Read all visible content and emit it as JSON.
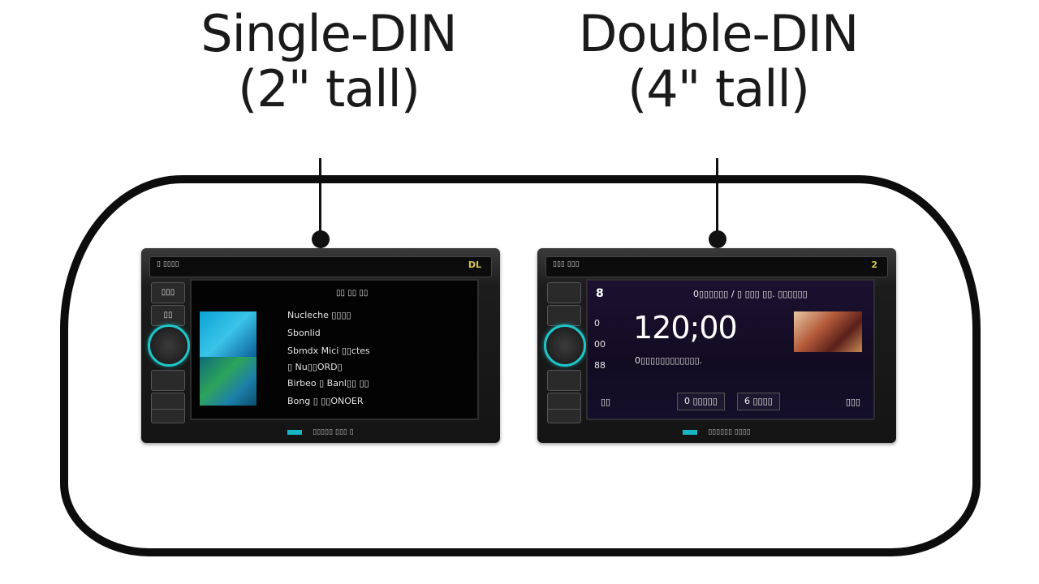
{
  "labels": {
    "single": {
      "line1": "Single-DIN",
      "line2": "(2\" tall)"
    },
    "double": {
      "line1": "Double-DIN",
      "line2": "(4\" tall)"
    }
  },
  "single_unit": {
    "slot_label": "▯ ▯▯▯▯",
    "slot_icon": "DL",
    "buttons": [
      "▯▯▯",
      "▯▯"
    ],
    "header_text": "▯▯ ▯▯ ▯▯",
    "menu": [
      "Nucleche ▯▯▯▯",
      "Sbonlid",
      "Sbmdx Mici ▯▯ctes",
      "▯ Nu▯▯ORD▯",
      "Birbeo ▯ Banl▯▯ ▯▯",
      "Bong ▯ ▯▯ONOER"
    ],
    "brand": "▯▯▯▯▯ ▯▯▯ ▯"
  },
  "double_unit": {
    "slot_label": "▯▯▯ ▯▯▯",
    "slot_icon": "2",
    "top_left": "8",
    "header_text": "0▯▯▯▯▯▯ / ▯ ▯▯▯ ▯▯. ▯▯▯▯▯▯",
    "clock": "120;00",
    "sub": "0▯▯▯▯▯▯▯▯▯▯▯▯.",
    "side": [
      "0",
      "00",
      "88"
    ],
    "bottom": [
      "▯▯",
      "0 ▯▯▯▯▯",
      "6 ▯▯▯▯",
      "▯▯▯"
    ],
    "brand": "▯▯▯▯▯▯ ▯▯▯▯"
  }
}
